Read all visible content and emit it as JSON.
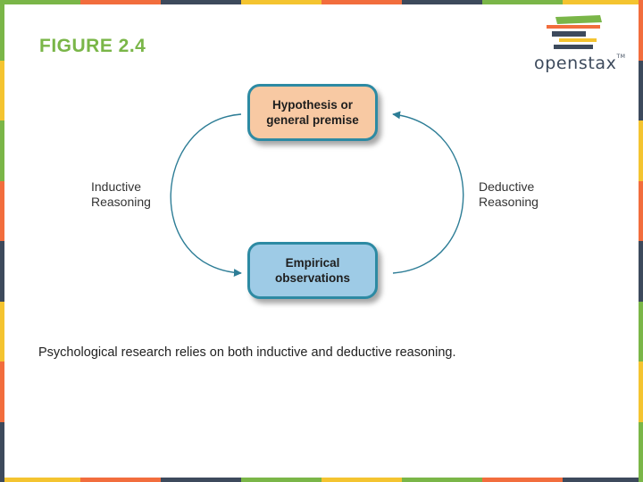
{
  "figure_label": "FIGURE 2.4",
  "logo": {
    "wordmark": "openstax",
    "trademark": "TM"
  },
  "diagram": {
    "nodes": {
      "top": "Hypothesis or general premise",
      "bottom": "Empirical observations"
    },
    "edges": {
      "left": "Inductive Reasoning",
      "right": "Deductive Reasoning"
    }
  },
  "caption": "Psychological research relies on both inductive and deductive reasoning.",
  "colors": {
    "title_green": "#7ab648",
    "top_node_fill": "#f8c9a3",
    "bottom_node_fill": "#9ecbe6",
    "node_border": "#2d8aa3",
    "arrow": "#2d7d96",
    "frame": [
      "#7ab648",
      "#f26d3d",
      "#3d4a5c",
      "#f4c430",
      "#f26d3d",
      "#3d4a5c",
      "#7ab648",
      "#f4c430"
    ]
  }
}
